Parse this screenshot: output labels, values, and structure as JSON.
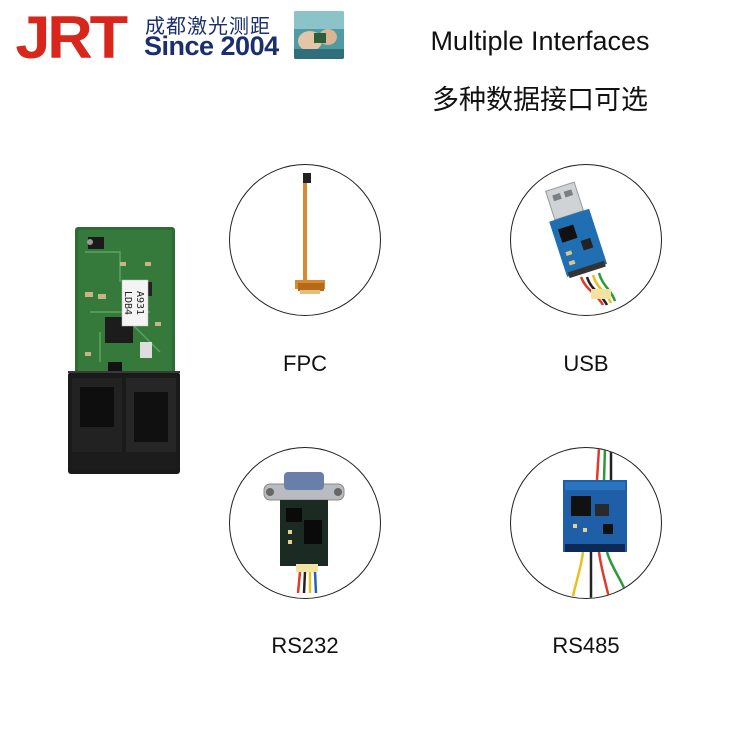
{
  "logo": {
    "mark": "JRT",
    "chinese_name": "成都激光测距",
    "since": "Since 2004"
  },
  "heading": {
    "english": "Multiple Interfaces",
    "chinese": "多种数据接口可选"
  },
  "module": {
    "sticker_line1": "A931",
    "sticker_line2": "LDB4"
  },
  "interfaces": [
    {
      "label": "FPC",
      "icon": "fpc-cable-icon"
    },
    {
      "label": "USB",
      "icon": "usb-adapter-icon"
    },
    {
      "label": "RS232",
      "icon": "rs232-adapter-icon"
    },
    {
      "label": "RS485",
      "icon": "rs485-adapter-icon"
    }
  ],
  "colors": {
    "logo_red": "#d8261d",
    "logo_blue": "#1b2e6e",
    "pcb_green": "#2f6b34",
    "pcb_blue": "#1f6fb2"
  }
}
